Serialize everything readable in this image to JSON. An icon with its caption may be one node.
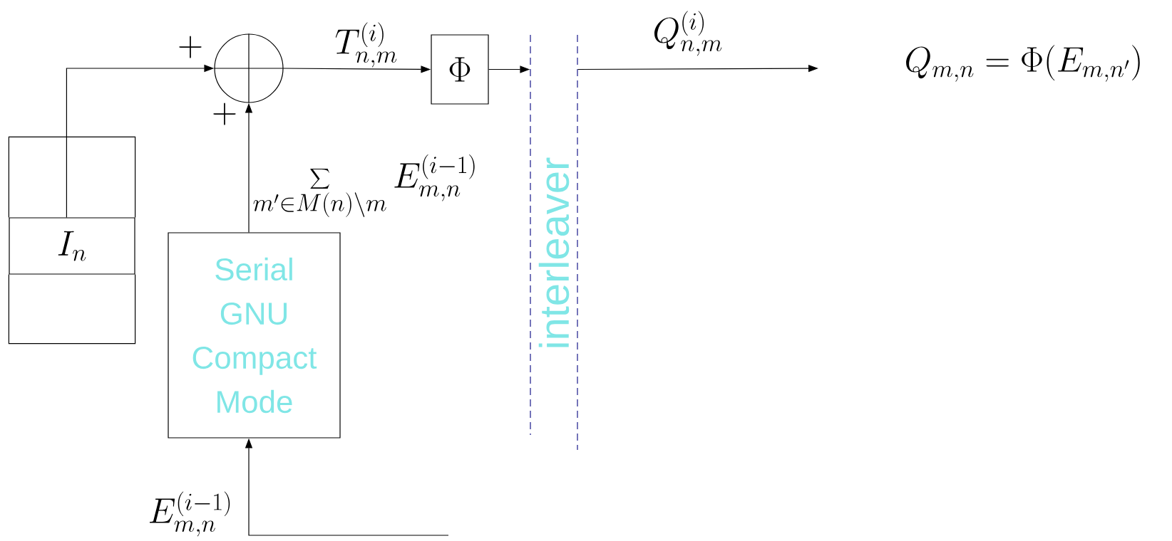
{
  "diagram": {
    "nodes": [
      {
        "text": [
          "I_n"
        ]
      },
      {
        "text": [],
        "shape": "circle"
      },
      {
        "text": [
          "\\Phi"
        ]
      },
      {
        "text": [
          "Serial GNU Compact Mode"
        ]
      },
      {
        "text": [
          "interleaver"
        ]
      }
    ],
    "edges": [
      {
        "from": 0,
        "to": 1,
        "arrow": "to"
      },
      {
        "from": 1,
        "to": 2,
        "arrow": "to",
        "label": "T_{n,m}^{(i)}"
      },
      {
        "from": 2,
        "to": 4,
        "arrow": "to"
      },
      {
        "from": 4,
        "to": null,
        "arrow": "to",
        "label": "Q_{n,m}^{(i)}"
      },
      {
        "from": 3,
        "to": 1,
        "arrow": "to",
        "label": "\\sum_{m'\\in M(n)\\backslash m} E_{m,n}^{(i-1)}"
      },
      {
        "from": null,
        "to": 3,
        "arrow": "to",
        "label": "E_{m,n}^{(i-1)}"
      }
    ],
    "labels": [
      "+",
      "+",
      "Q_{m,n}=\\Phi(E_{m,n'})"
    ]
  }
}
